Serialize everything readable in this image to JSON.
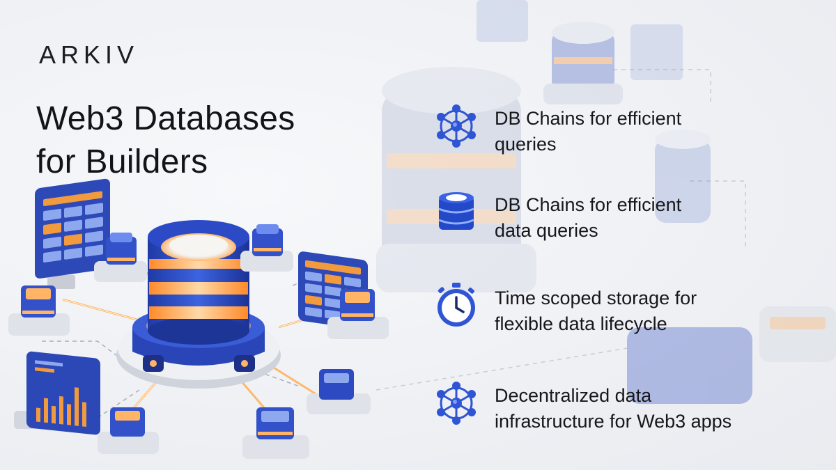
{
  "brand": {
    "logo_text": "ARKIV"
  },
  "headline": {
    "line1": "Web3 Databases",
    "line2": "for Builders"
  },
  "features": [
    {
      "icon": "network-nodes-icon",
      "line1": "DB Chains for efficient",
      "line2": "queries"
    },
    {
      "icon": "database-stack-icon",
      "line1": "DB Chains for efficient",
      "line2": "data queries"
    },
    {
      "icon": "stopwatch-icon",
      "line1": "Time scoped storage for",
      "line2": "flexible data lifecycle"
    },
    {
      "icon": "network-nodes-icon",
      "line1": "Decentralized data",
      "line2": "infrastructure for Web3 apps"
    }
  ],
  "colors": {
    "accent_blue": "#2f55d4",
    "glow_orange": "#ff9a3c",
    "text": "#17171b",
    "background": "#f1f2f5"
  }
}
